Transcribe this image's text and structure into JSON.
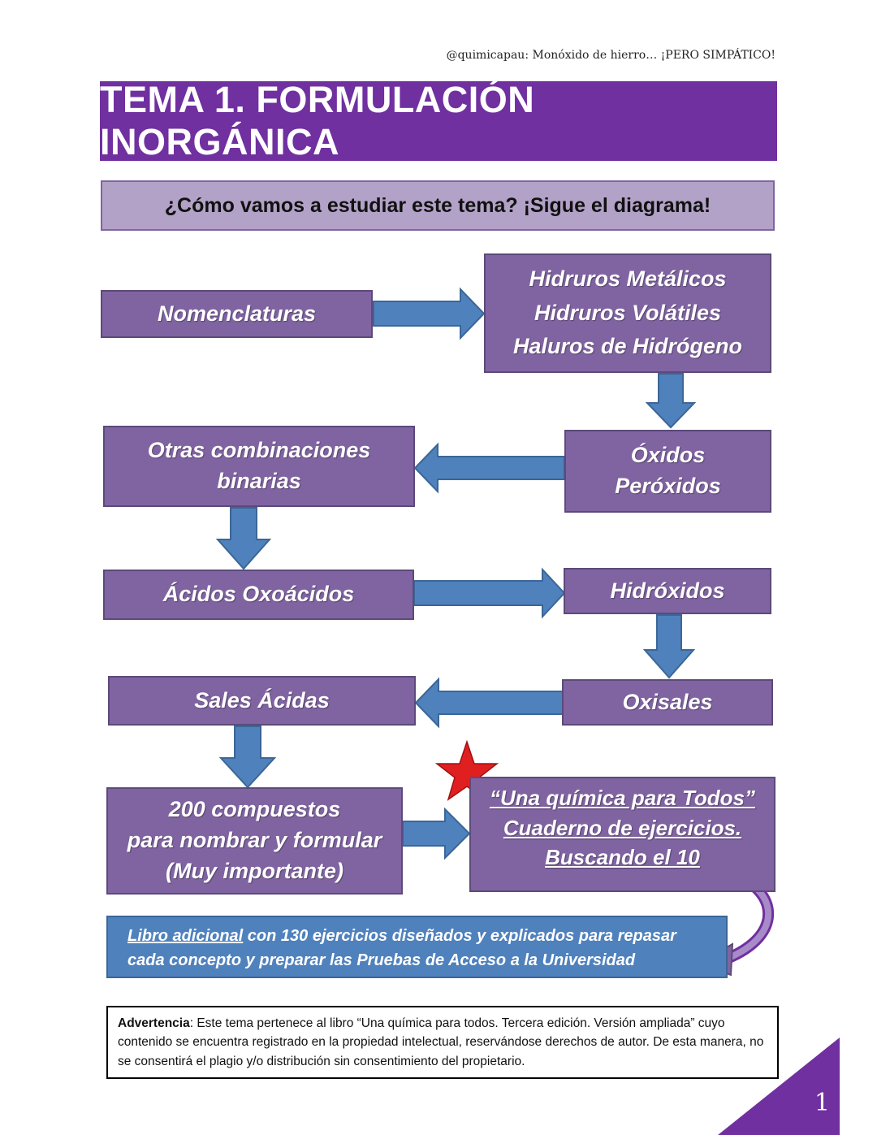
{
  "header_note": "@quimicapau: Monóxido de hierro… ¡PERO SIMPÁTICO!",
  "title": "TEMA 1. FORMULACIÓN INORGÁNICA",
  "subtitle": "¿Cómo vamos a estudiar este tema? ¡Sigue el diagrama!",
  "boxes": {
    "nomenclaturas": "Nomenclaturas",
    "hidruros": [
      "Hidruros Metálicos",
      "Hidruros Volátiles",
      "Haluros de Hidrógeno"
    ],
    "otras": [
      "Otras combinaciones",
      "binarias"
    ],
    "oxidos": [
      "Óxidos",
      "Peróxidos"
    ],
    "acidos": "Ácidos Oxoácidos",
    "hidroxidos": "Hidróxidos",
    "sales": "Sales Ácidas",
    "oxisales": "Oxisales",
    "compuestos": [
      "200 compuestos",
      "para nombrar y formular",
      "(Muy importante)"
    ],
    "libro": [
      "“Una química para Todos”",
      "Cuaderno de ejercicios.",
      "Buscando el 10"
    ]
  },
  "extra_book": {
    "link": "Libro adicional",
    "text": " con 130 ejercicios diseñados y explicados para repasar cada concepto y preparar las Pruebas de Acceso a la Universidad"
  },
  "warning": {
    "label": "Advertencia",
    "text": ": Este tema pertenece al libro “Una química para todos. Tercera edición. Versión ampliada” cuyo contenido se encuentra registrado en la propiedad intelectual, reservándose derechos de autor. De esta manera, no se consentirá el plagio y/o distribución sin consentimiento del propietario."
  },
  "page_number": "1",
  "colors": {
    "title_purple": "#7030a0",
    "box_purple": "#8064a2",
    "subtitle_lilac": "#b3a2c7",
    "arrow_blue": "#4f81bd",
    "star_red": "#e02020"
  }
}
